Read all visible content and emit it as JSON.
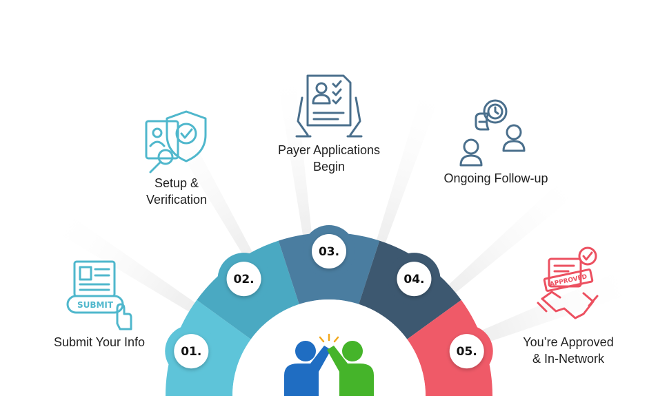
{
  "colors": {
    "step1": "#5ec4d9",
    "step2": "#4aa9c2",
    "step3": "#4a7da0",
    "step4": "#3d5870",
    "step5": "#ef5a68",
    "icon_teal": "#4fb7cc",
    "icon_steel": "#4a6f8c",
    "icon_red": "#ec5060",
    "person_blue": "#1f6dc2",
    "person_green": "#45b42a",
    "spark": "#f2a81d"
  },
  "steps": [
    {
      "number": "01.",
      "label_lines": [
        "Submit Your Info"
      ],
      "icon": "submit-form-icon"
    },
    {
      "number": "02.",
      "label_lines": [
        "Setup &",
        "Verification"
      ],
      "icon": "verification-shield-icon"
    },
    {
      "number": "03.",
      "label_lines": [
        "Payer Applications",
        "Begin"
      ],
      "icon": "application-document-icon"
    },
    {
      "number": "04.",
      "label_lines": [
        "Ongoing Follow-up"
      ],
      "icon": "follow-up-chat-icon"
    },
    {
      "number": "05.",
      "label_lines": [
        "You’re Approved",
        "& In-Network"
      ],
      "icon": "approved-handshake-icon"
    }
  ],
  "icon_text": {
    "submit": "SUBMIT",
    "approved": "APPROVED"
  },
  "center_icon": "high-five-icon"
}
